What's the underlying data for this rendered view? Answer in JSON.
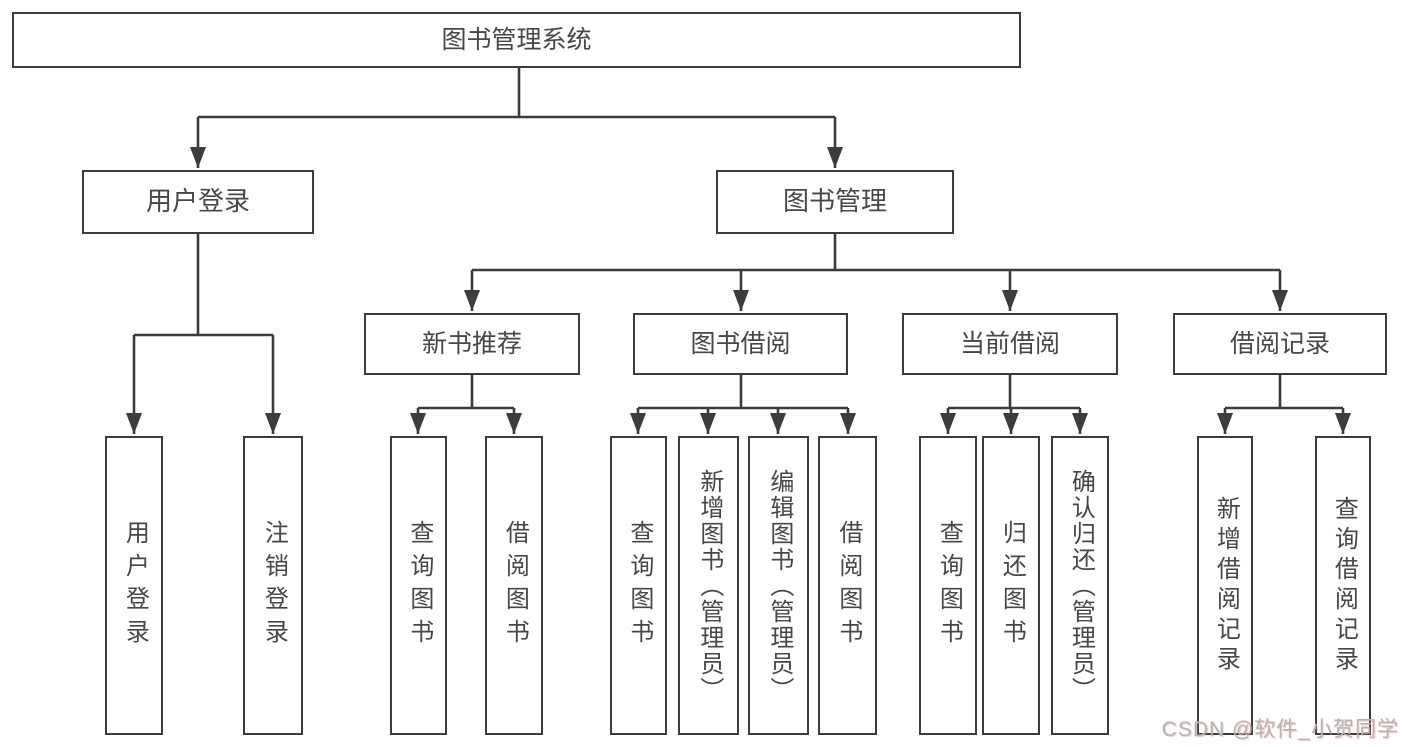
{
  "colors": {
    "line": "#3c3c3c",
    "border": "#3c3c3c",
    "text": "#474747",
    "watermark": "#b4b4b4",
    "background": "#ffffff"
  },
  "tree": {
    "label": "图书管理系统",
    "children": [
      {
        "label": "用户登录",
        "children": [
          {
            "label": "用户登录"
          },
          {
            "label": "注销登录"
          }
        ]
      },
      {
        "label": "图书管理",
        "children": [
          {
            "label": "新书推荐",
            "children": [
              {
                "label": "查询图书"
              },
              {
                "label": "借阅图书"
              }
            ]
          },
          {
            "label": "图书借阅",
            "children": [
              {
                "label": "查询图书"
              },
              {
                "label": "新增图书（管理员）"
              },
              {
                "label": "编辑图书（管理员）"
              },
              {
                "label": "借阅图书"
              }
            ]
          },
          {
            "label": "当前借阅",
            "children": [
              {
                "label": "查询图书"
              },
              {
                "label": "归还图书"
              },
              {
                "label": "确认归还（管理员）"
              }
            ]
          },
          {
            "label": "借阅记录",
            "children": [
              {
                "label": "新增借阅记录"
              },
              {
                "label": "查询借阅记录"
              }
            ]
          }
        ]
      }
    ]
  },
  "watermark": {
    "text": "CSDN @软件_小贺同学"
  }
}
